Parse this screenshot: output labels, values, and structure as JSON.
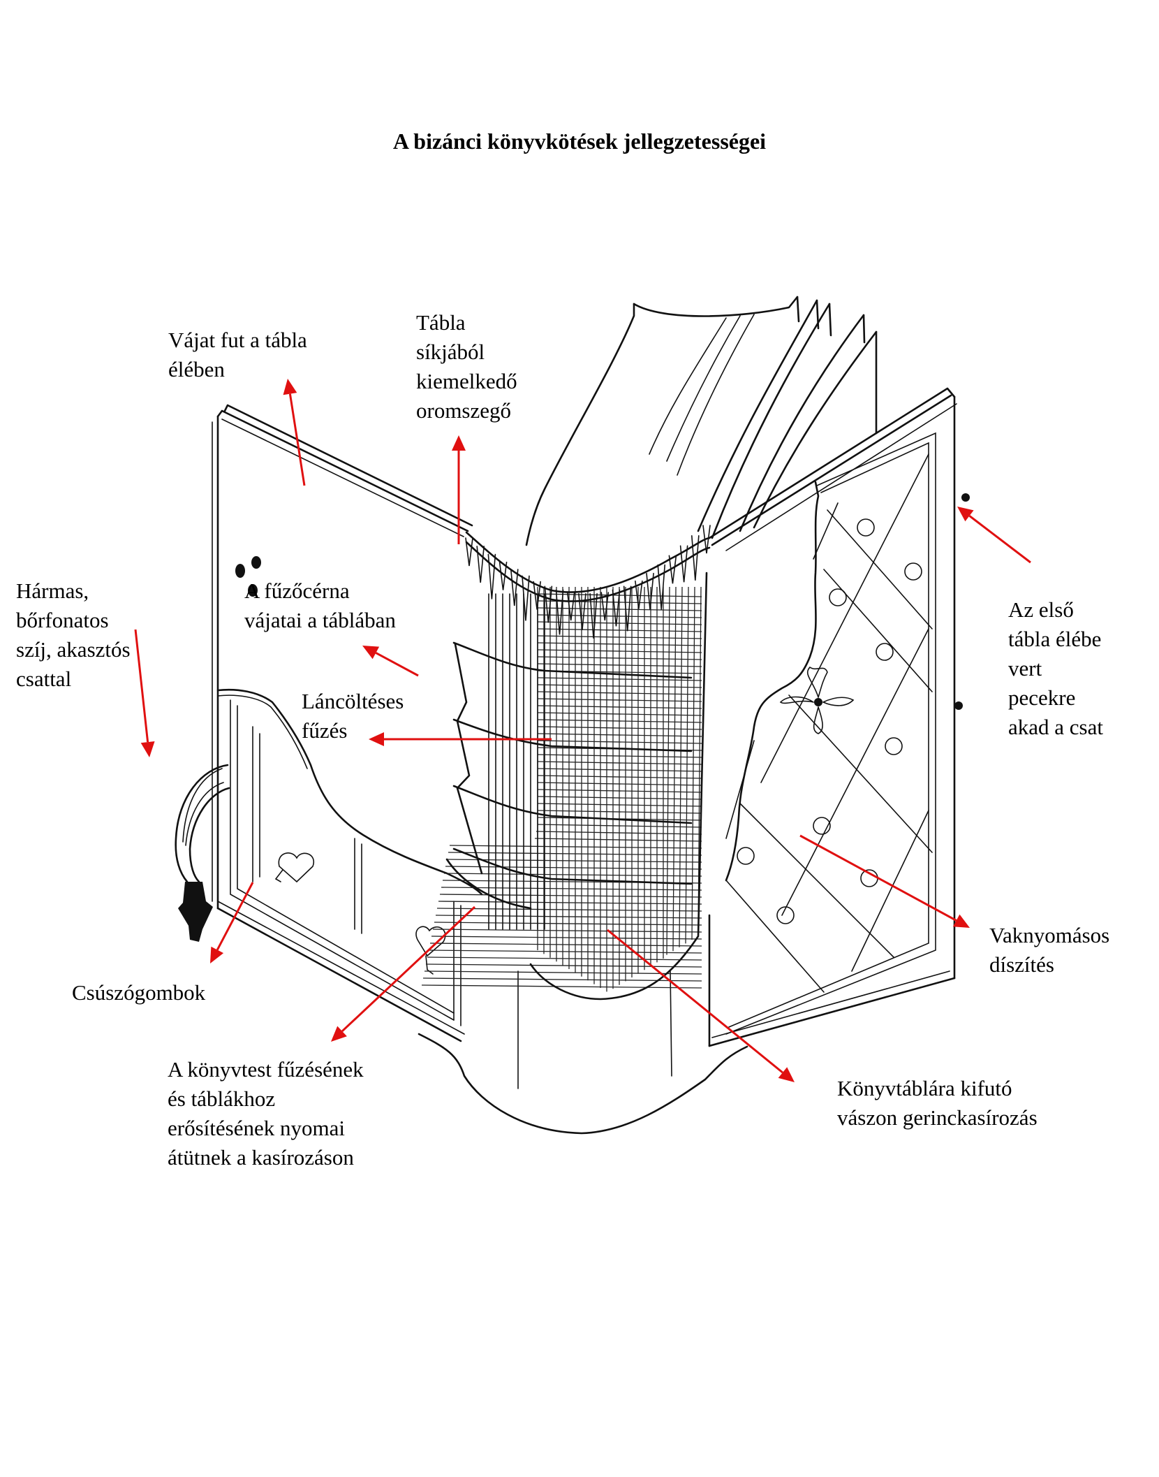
{
  "title": "A bizánci könyvkötések jellegzetességei",
  "colors": {
    "arrow": "#e01010",
    "ink": "#111111",
    "background": "#ffffff"
  },
  "labels": {
    "groove_edge": [
      "Vájat fut a tábla",
      "élében"
    ],
    "headband": [
      "Tábla",
      "síkjából",
      "kiemelkedő",
      "oromszegő"
    ],
    "strap": [
      "Hármas,",
      "bőrfonatos",
      "szíj, akasztós",
      "csattal"
    ],
    "thread_grooves": [
      "A fűzőcérna",
      "vájatai a táblában"
    ],
    "chain_stitch": [
      "Láncöltéses",
      "fűzés"
    ],
    "pins": [
      "Az első",
      "tábla élébe",
      "vert",
      "pecekre",
      "akad a csat"
    ],
    "blind_tooling": [
      "Vaknyomásos",
      "díszítés"
    ],
    "sliding_bosses": [
      "Csúszógombok"
    ],
    "sewing_traces": [
      "A könyvtest fűzésének",
      "és táblákhoz",
      "erősítésének nyomai",
      "átütnek a kasírozáson"
    ],
    "spine_lining": [
      "Könyvtáblára kifutó",
      "vászon gerinckasírozás"
    ]
  },
  "drawing": {
    "subject": "byzantine-book-binding",
    "parts": [
      "left-board",
      "right-board",
      "text-block-pages",
      "headband",
      "spine-lining",
      "chain-stitch-sewing",
      "braided-strap",
      "clasp",
      "pins",
      "blind-tooled-lattice",
      "rosettes",
      "cross-ornament",
      "heart-shaped-bosses"
    ]
  }
}
